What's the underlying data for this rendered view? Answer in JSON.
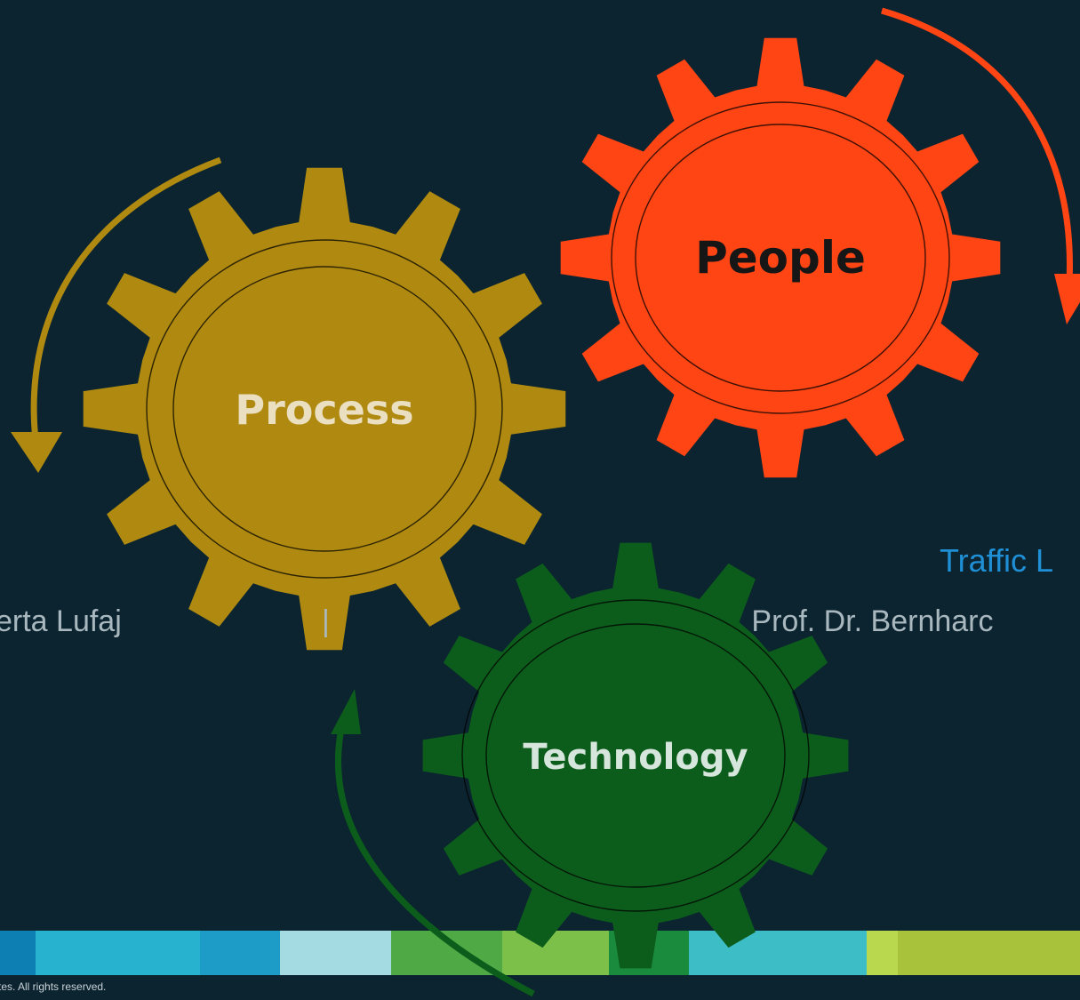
{
  "gears": [
    {
      "id": "process",
      "label": "Process",
      "color": "#b08a10",
      "text_color": "#eadfc0"
    },
    {
      "id": "people",
      "label": "People",
      "color": "#ff4514",
      "text_color": "#161616"
    },
    {
      "id": "technology",
      "label": "Technology",
      "color": "#0c5d1b",
      "text_color": "#d7e6dc"
    }
  ],
  "arrows": [
    {
      "id": "process",
      "color": "#b08a10"
    },
    {
      "id": "people",
      "color": "#ff4514"
    },
    {
      "id": "technology",
      "color": "#0c5d1b"
    }
  ],
  "footer": {
    "author": "erta Lufaj",
    "separator": "|",
    "supervisor": "Supervisor: Prof. Dr. Bernharc",
    "copyright": "tes. All rights reserved."
  },
  "side_text": "Traffic L",
  "stripe_colors": [
    "#0d7fb2",
    "#27b2cf",
    "#1d9cc7",
    "#a4dae2",
    "#4faa45",
    "#7cc04a",
    "#1a8a3d",
    "#3dbdc6",
    "#b9d84d",
    "#a8c23c"
  ],
  "colors": {
    "background": "#0b2430"
  }
}
